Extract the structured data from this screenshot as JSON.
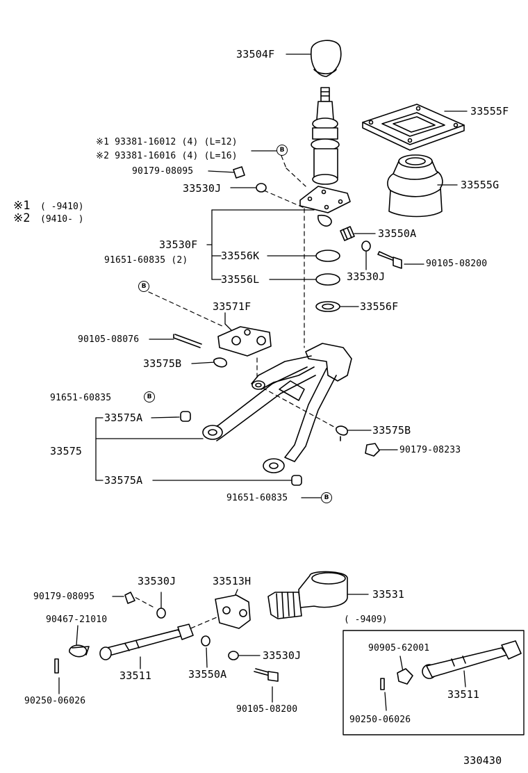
{
  "diagram_id": "330430",
  "notes": {
    "note1_mark": "※1",
    "note1_range": "(       -9410)",
    "note2_mark": "※2",
    "note2_range": "(9410-        )",
    "inset_range": "(     -9409)"
  },
  "bolts": {
    "b1_mark": "※1",
    "b1_part": "93381-16012",
    "b1_qty": "(4)",
    "b1_len": "(L=12)",
    "b2_mark": "※2",
    "b2_part": "93381-16016",
    "b2_qty": "(4)",
    "b2_len": "(L=16)"
  },
  "badge_letter": "B",
  "labels": {
    "p33504F": "33504F",
    "p33555F": "33555F",
    "p33555G": "33555G",
    "p90179_08095a": "90179-08095",
    "p33530J_a": "33530J",
    "p33550A_a": "33550A",
    "p33530F": "33530F",
    "p33556K": "33556K",
    "p33556L": "33556L",
    "p33530J_b": "33530J",
    "p90105_08200a": "90105-08200",
    "p91651_60835_2": "91651-60835 (2)",
    "p33556F": "33556F",
    "p33571F": "33571F",
    "p90105_08076": "90105-08076",
    "p33575B_a": "33575B",
    "p91651_60835a": "91651-60835",
    "p33575A_a": "33575A",
    "p33575": "33575",
    "p33575B_b": "33575B",
    "p90179_08233": "90179-08233",
    "p33575A_b": "33575A",
    "p91651_60835b": "91651-60835",
    "p33530J_c": "33530J",
    "p33513H": "33513H",
    "p90179_08095b": "90179-08095",
    "p33531": "33531",
    "p90467_21010": "90467-21010",
    "p33511_a": "33511",
    "p33550A_b": "33550A",
    "p33530J_d": "33530J",
    "p90250_06026a": "90250-06026",
    "p90105_08200b": "90105-08200",
    "p90905_62001": "90905-62001",
    "p33511_b": "33511",
    "p90250_06026b": "90250-06026"
  }
}
